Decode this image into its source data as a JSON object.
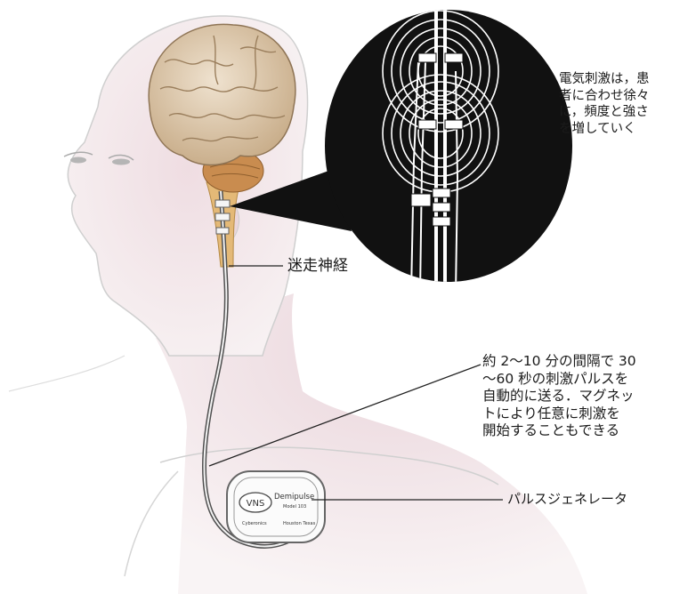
{
  "annotations": {
    "stimulation_note": [
      "電気刺激は，患",
      "者に合わせ徐々",
      "に，頻度と強さ",
      "を増していく"
    ],
    "vagus_nerve_label": "迷走神経",
    "interval_note": [
      "約 2〜10 分の間隔で 30",
      "〜60 秒の刺激パルスを",
      "自動的に送る．マグネッ",
      "トにより任意に刺激を",
      "開始することもできる"
    ],
    "pulse_generator_label": "パルスジェネレータ"
  },
  "device": {
    "logo_left": "VNS",
    "logo_right": "Demipulse",
    "model_text": "Model 103",
    "bottom_left": "Cyberonics",
    "bottom_right": "Houston Texas"
  },
  "colors": {
    "brain": "#d8c3a5",
    "brain_shadow": "#a88b6a",
    "cerebellum": "#c9935a",
    "brainstem": "#e0b26e",
    "skin_tint": "#e8cfd6",
    "inset_background": "#111111",
    "lead_wire": "#555555",
    "outline": "#c8c8c8"
  },
  "icons": [
    "human-head-silhouette",
    "brain-illustration",
    "vagus-nerve-electrode-inset",
    "pulse-generator-device"
  ]
}
